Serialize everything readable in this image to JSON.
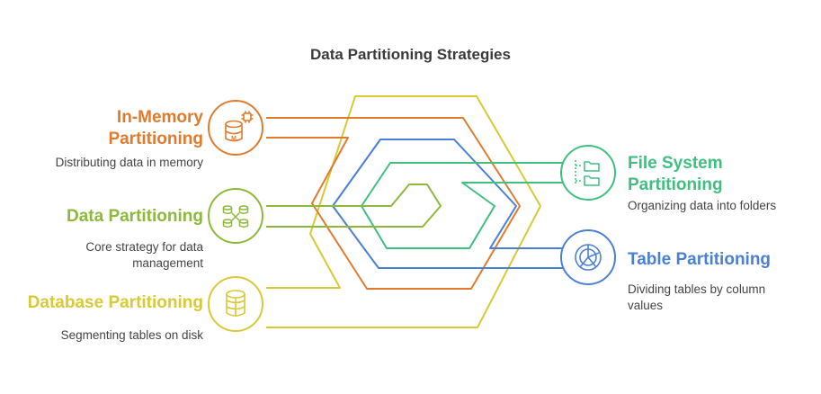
{
  "title": "Data Partitioning Strategies",
  "colors": {
    "orange": "#e07b2e",
    "olive": "#8db83a",
    "yellow": "#d9c934",
    "blue": "#4a80d4",
    "green": "#3fbf80"
  },
  "nodes": {
    "in_memory": {
      "heading_line1": "In-Memory",
      "heading_line2": "Partitioning",
      "description": "Distributing data in memory",
      "icon": "memory-database-icon"
    },
    "data": {
      "heading": "Data Partitioning",
      "description_line1": "Core strategy for data",
      "description_line2": "management",
      "icon": "network-databases-icon"
    },
    "database": {
      "heading": "Database Partitioning",
      "description": "Segmenting tables on disk",
      "icon": "database-icon"
    },
    "file_system": {
      "heading_line1": "File System",
      "heading_line2": "Partitioning",
      "description": "Organizing data into folders",
      "icon": "folder-tree-icon"
    },
    "table": {
      "heading": "Table Partitioning",
      "description_line1": "Dividing tables by column",
      "description_line2": "values",
      "icon": "pie-chart-icon"
    }
  }
}
